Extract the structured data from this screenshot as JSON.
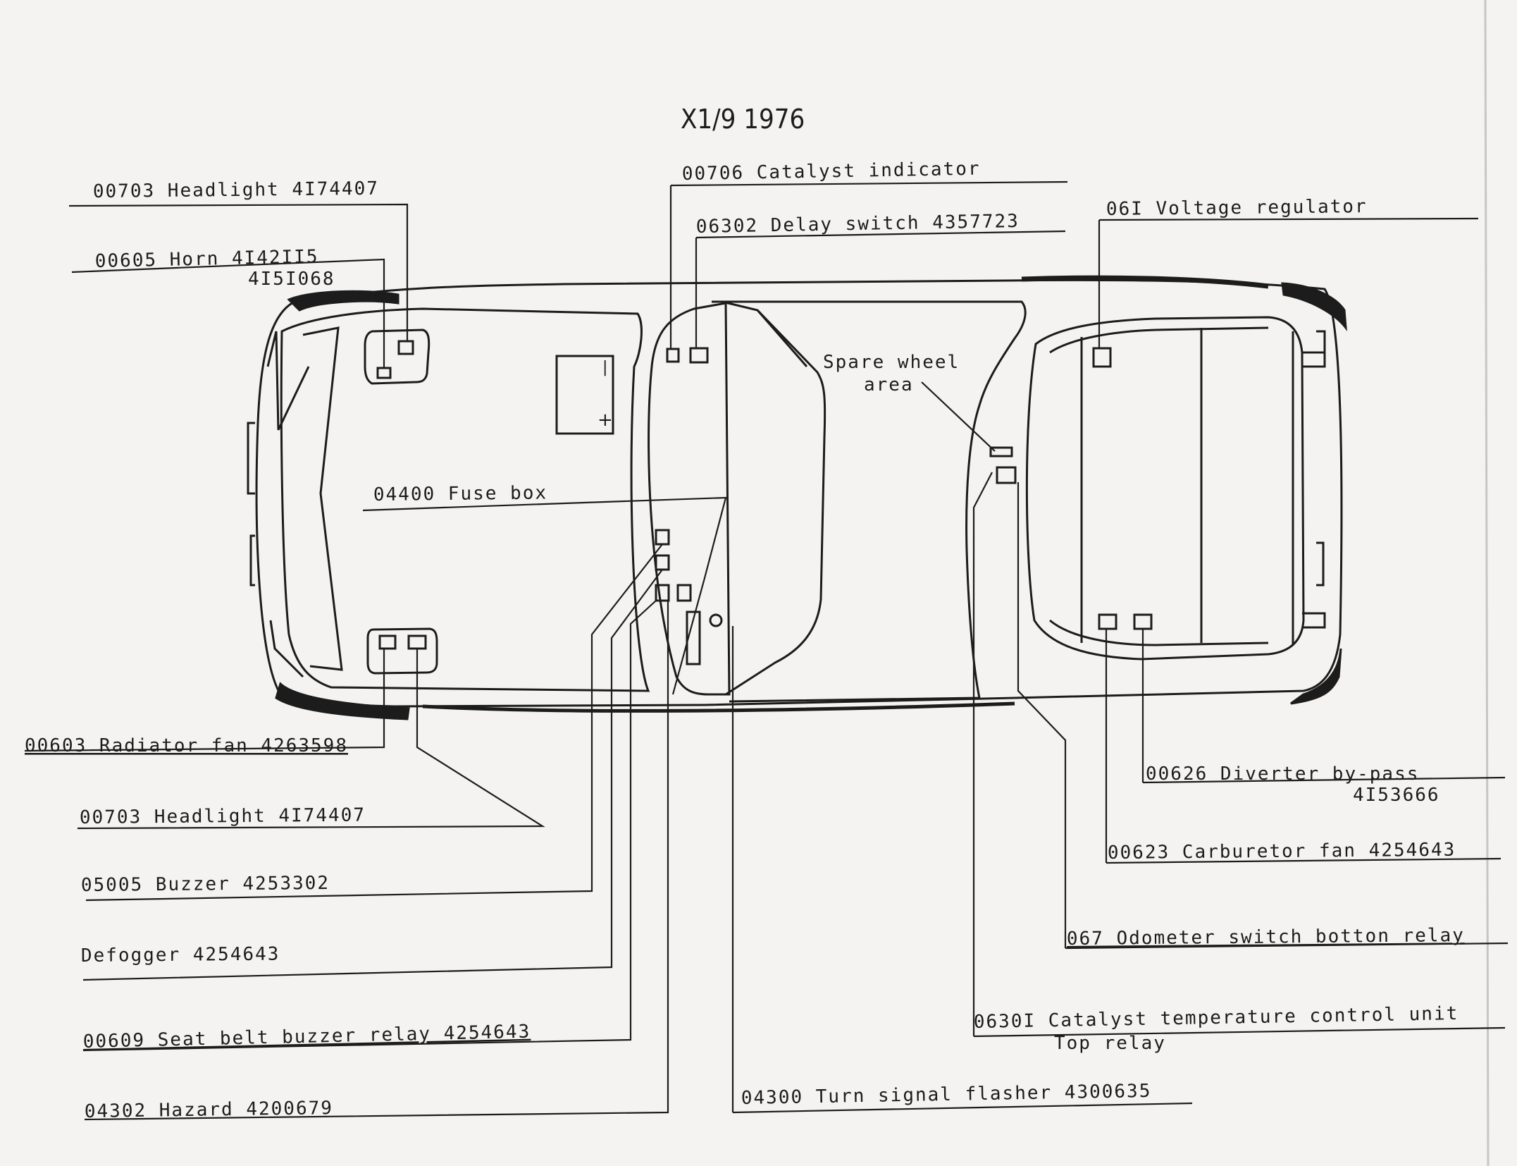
{
  "title": "X1/9  1976",
  "labels": {
    "headlight_front": "00703 Headlight 4I74407",
    "horn": "00605 Horn 4I42II5",
    "horn_alt": "4I5I068",
    "catalyst_indicator": "00706 Catalyst indicator",
    "delay_switch": "06302 Delay switch 4357723",
    "voltage_regulator": "06I Voltage regulator",
    "spare_wheel_1": "Spare wheel",
    "spare_wheel_2": "area",
    "fuse_box": "04400 Fuse box",
    "radiator_fan": "00603 Radiator fan 4263598",
    "headlight_rear": "00703 Headlight 4I74407",
    "buzzer": "05005 Buzzer 4253302",
    "defogger": "Defogger 4254643",
    "seat_belt": "00609 Seat belt buzzer relay 4254643",
    "hazard": "04302 Hazard 4200679",
    "turn_signal": "04300 Turn signal flasher 4300635",
    "catalyst_temp": "0630I Catalyst temperature control unit",
    "top_relay": "Top relay",
    "odometer": "067 Odometer switch botton relay",
    "carb_fan": "00623 Carburetor fan 4254643",
    "diverter": "00626 Diverter by-pass",
    "diverter_num": "4I53666"
  }
}
